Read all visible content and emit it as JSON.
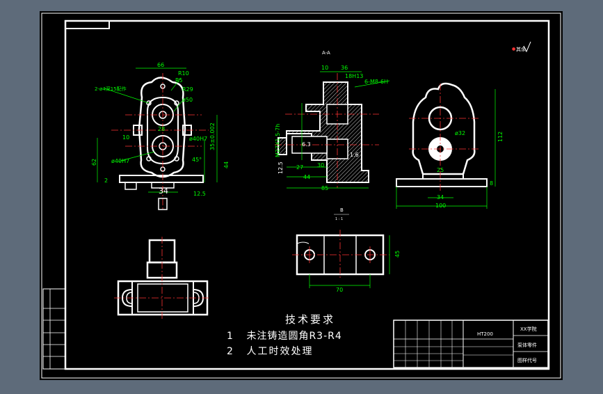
{
  "colors": {
    "background_gray": "#5e6b7a",
    "paper": "#000000",
    "outline": "#ffffff",
    "dimension": "#00ff00",
    "centerline": "#ff3333",
    "hatch": "#d0d0d0",
    "title_block_text": "#00ff00"
  },
  "section_labels": {
    "section_aa": "A-A",
    "view_b": "B",
    "view_b_scale": "1 : 1"
  },
  "front_view": {
    "dims": [
      "66",
      "R10",
      "R5",
      "R29",
      "ø50",
      "2-ø4深15配作",
      "28",
      "10",
      "ø40H7",
      "62",
      "44",
      "35±0.002",
      "45°",
      "ø40H7",
      "34",
      "12.5",
      "2"
    ]
  },
  "section_view": {
    "dims": [
      "10",
      "36",
      "18H13",
      "6-M8-6H",
      "M27X1.5-7h",
      "6.3",
      "27",
      "44",
      "85",
      "1.6",
      "12.5",
      "30"
    ]
  },
  "side_view": {
    "dims": [
      "ø32",
      "25",
      "34",
      "100",
      "112",
      "8"
    ]
  },
  "view_b": {
    "dims": [
      "70",
      "45"
    ]
  },
  "notes": {
    "title": "技术要求",
    "items": [
      {
        "num": "1",
        "text": "未注铸造圆角R3-R4"
      },
      {
        "num": "2",
        "text": "人工时效处理"
      }
    ]
  },
  "title_block": {
    "material": "HT200",
    "school": "XX学院",
    "drawing_name": "泵体零件",
    "drawing_number": "图样代号"
  }
}
